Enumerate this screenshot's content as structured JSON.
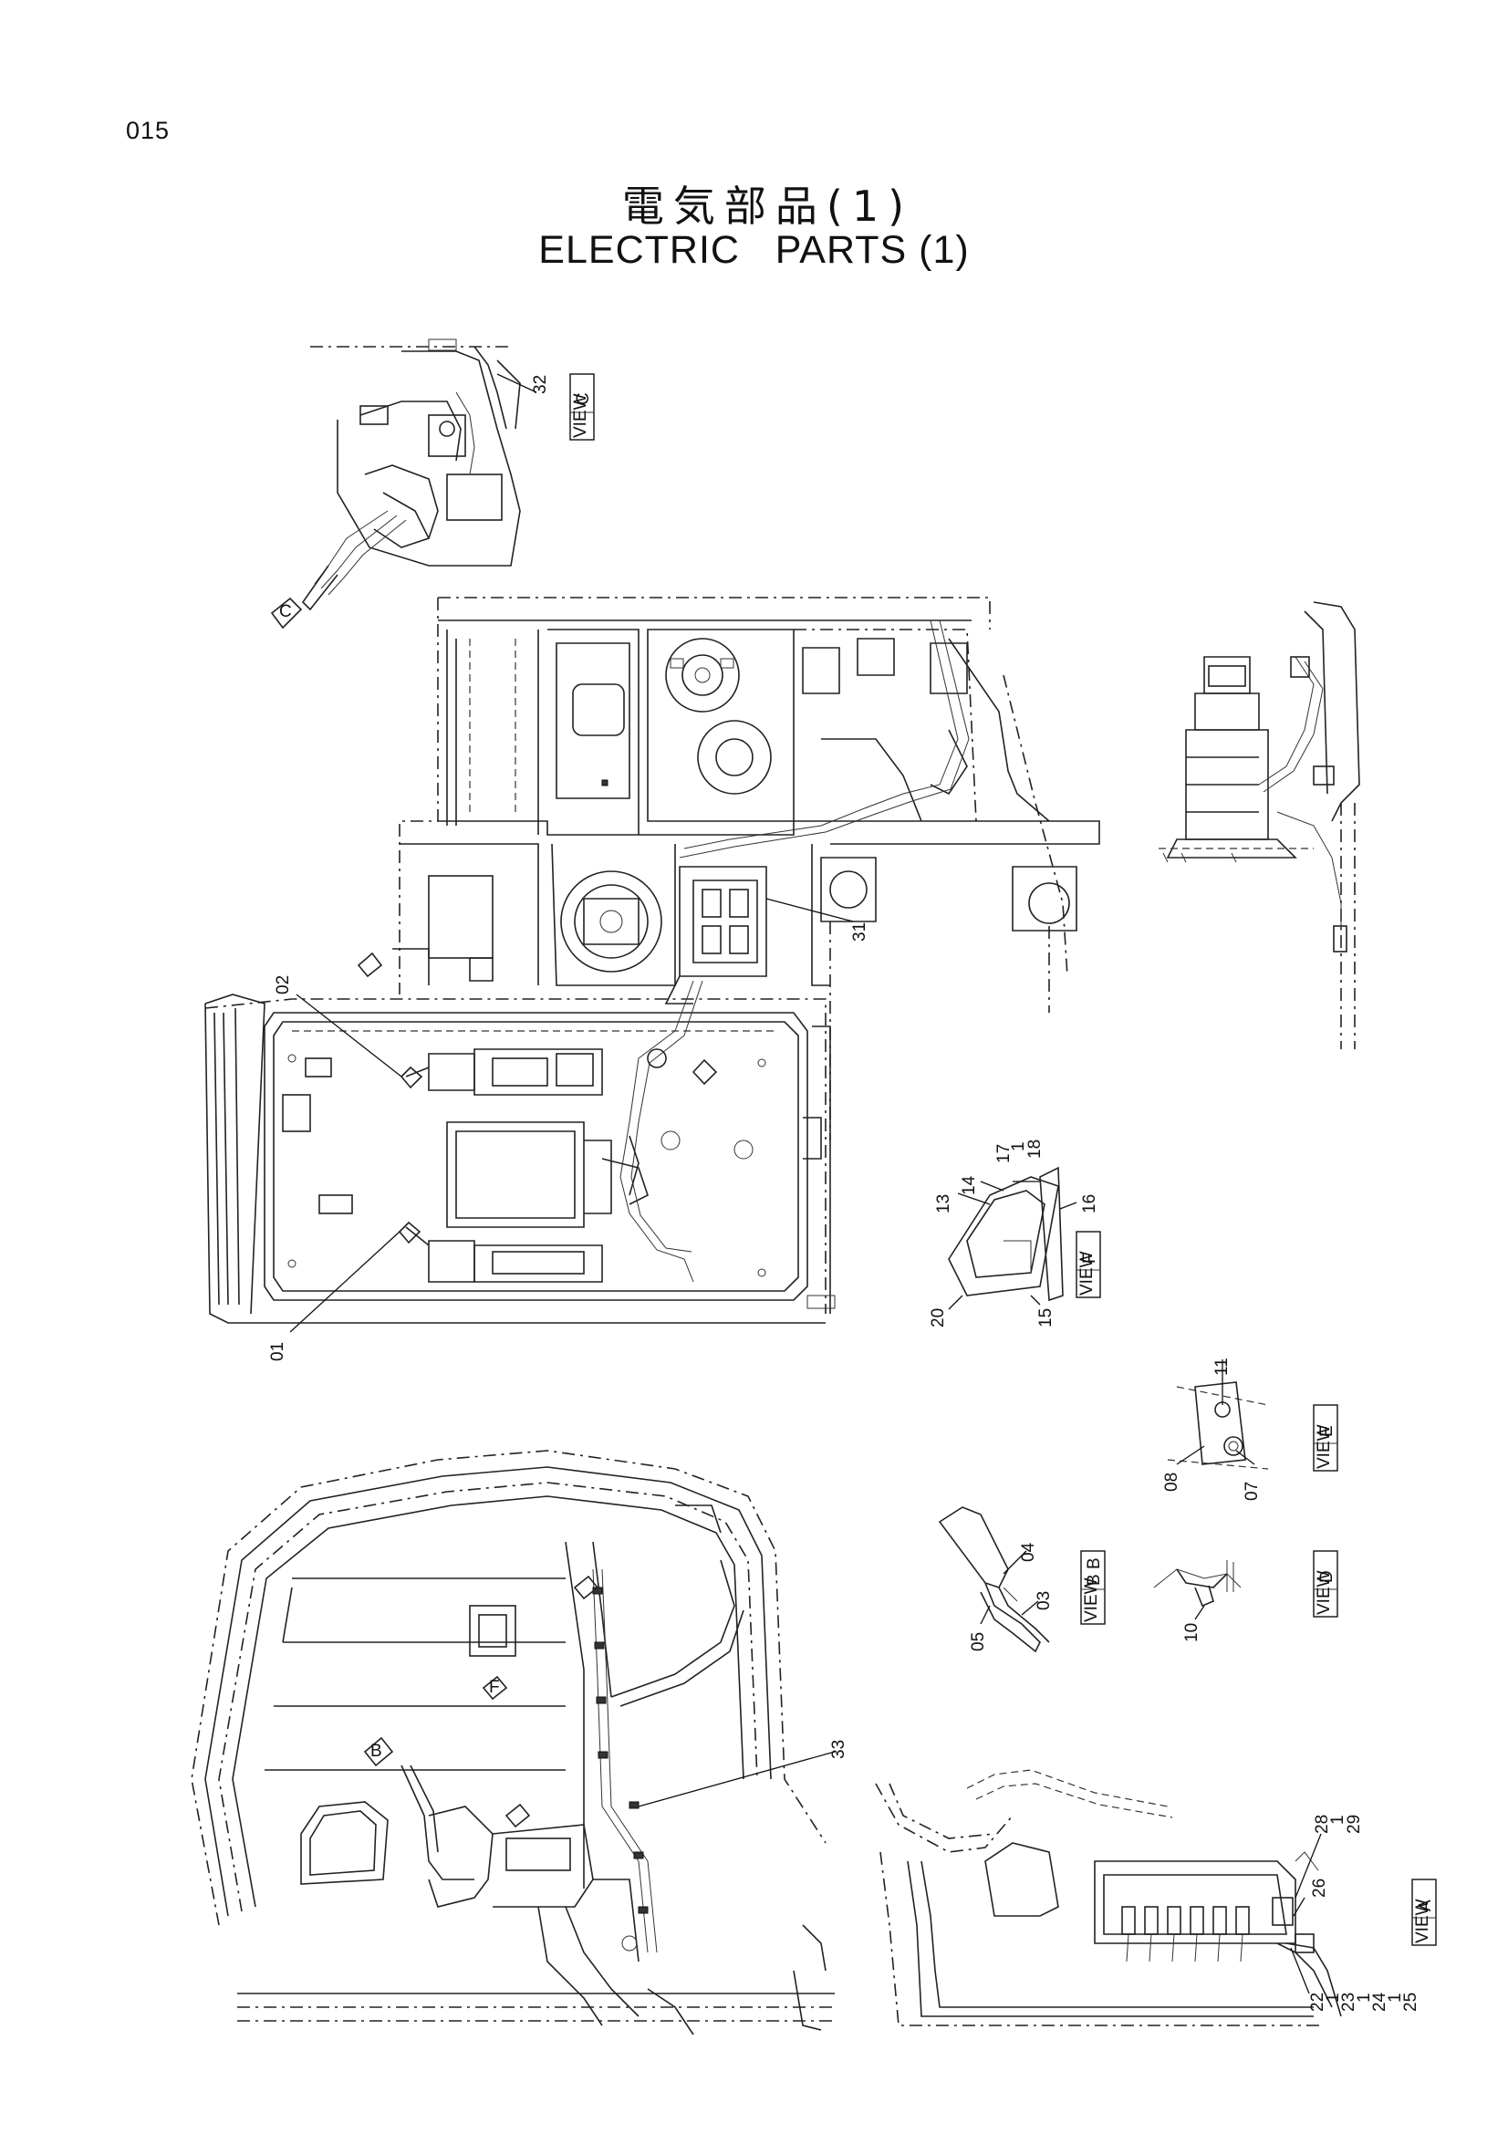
{
  "page": {
    "number": "015",
    "title_jp": "電気部品(1)",
    "title_en": "ELECTRIC   PARTS (1)"
  },
  "part_numbers": {
    "p01": "01",
    "p02": "02",
    "p03": "03",
    "p04": "04",
    "p05": "05",
    "p07": "07",
    "p08": "08",
    "p10": "10",
    "p11": "11",
    "p13": "13",
    "p14": "14",
    "p15": "15",
    "p16": "16",
    "p17": "17",
    "p18": "18",
    "p20": "20",
    "p22": "22",
    "p23": "23",
    "p24": "24",
    "p25": "25",
    "p26": "26",
    "p28": "28",
    "p29": "29",
    "p31": "31",
    "p32": "32",
    "p33": "33"
  },
  "view_tags": {
    "a": "A",
    "b": "B",
    "b_full": "B B",
    "c": "C",
    "d": "D",
    "e": "E",
    "f": "F"
  },
  "view_arrows": {
    "b": "B",
    "c": "C",
    "f": "F"
  },
  "dashes": {
    "d1": "1",
    "d2": "1",
    "d3": "1",
    "d4": "1",
    "d5": "1"
  }
}
